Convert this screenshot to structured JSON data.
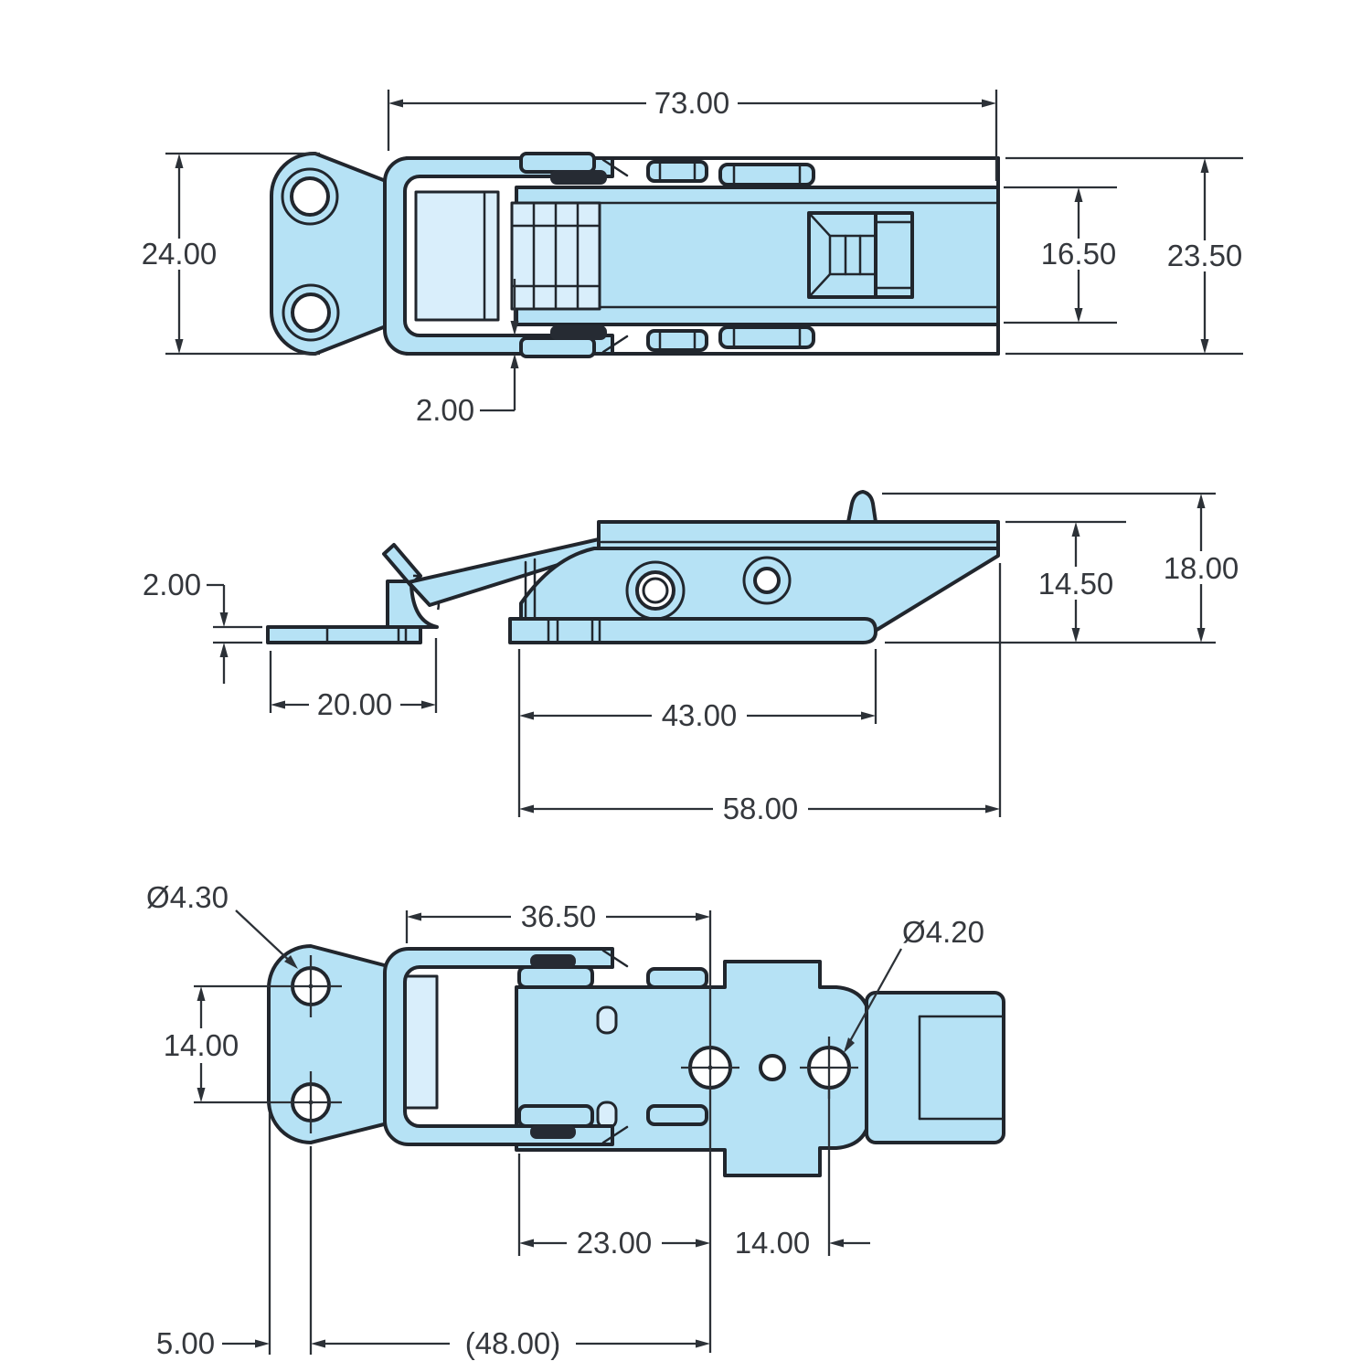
{
  "drawing": {
    "kind": "engineering technical drawing",
    "subject": "adjustable toggle draw latch with keeper, three orthographic views",
    "colors": {
      "part_fill": "#b6e2f5",
      "part_fill_light": "#d9eefb",
      "outline": "#21262d",
      "dimension": "#2c3137",
      "background": "#ffffff"
    },
    "views": {
      "top": {
        "dims": {
          "overall_length": "73.00",
          "keeper_width": "24.00",
          "body_width": "16.50",
          "overall_width": "23.50",
          "bail_wire_thickness": "2.00"
        }
      },
      "side": {
        "dims": {
          "keeper_plate_thickness": "2.00",
          "keeper_flat_length": "20.00",
          "base_plate_length": "43.00",
          "overall_base_length": "58.00",
          "body_height": "14.50",
          "overall_height": "18.00"
        }
      },
      "bottom": {
        "dims": {
          "keeper_hole_diameter": "Ø4.30",
          "latch_hole_diameter": "Ø4.20",
          "bail_to_pivot": "36.50",
          "keeper_hole_spacing": "14.00",
          "body_edge_to_pivot": "23.00",
          "pivot_hole_spacing": "14.00",
          "keeper_edge_to_hole": "5.00",
          "keeper_hole_to_pivot_ref": "(48.00)"
        }
      }
    }
  }
}
